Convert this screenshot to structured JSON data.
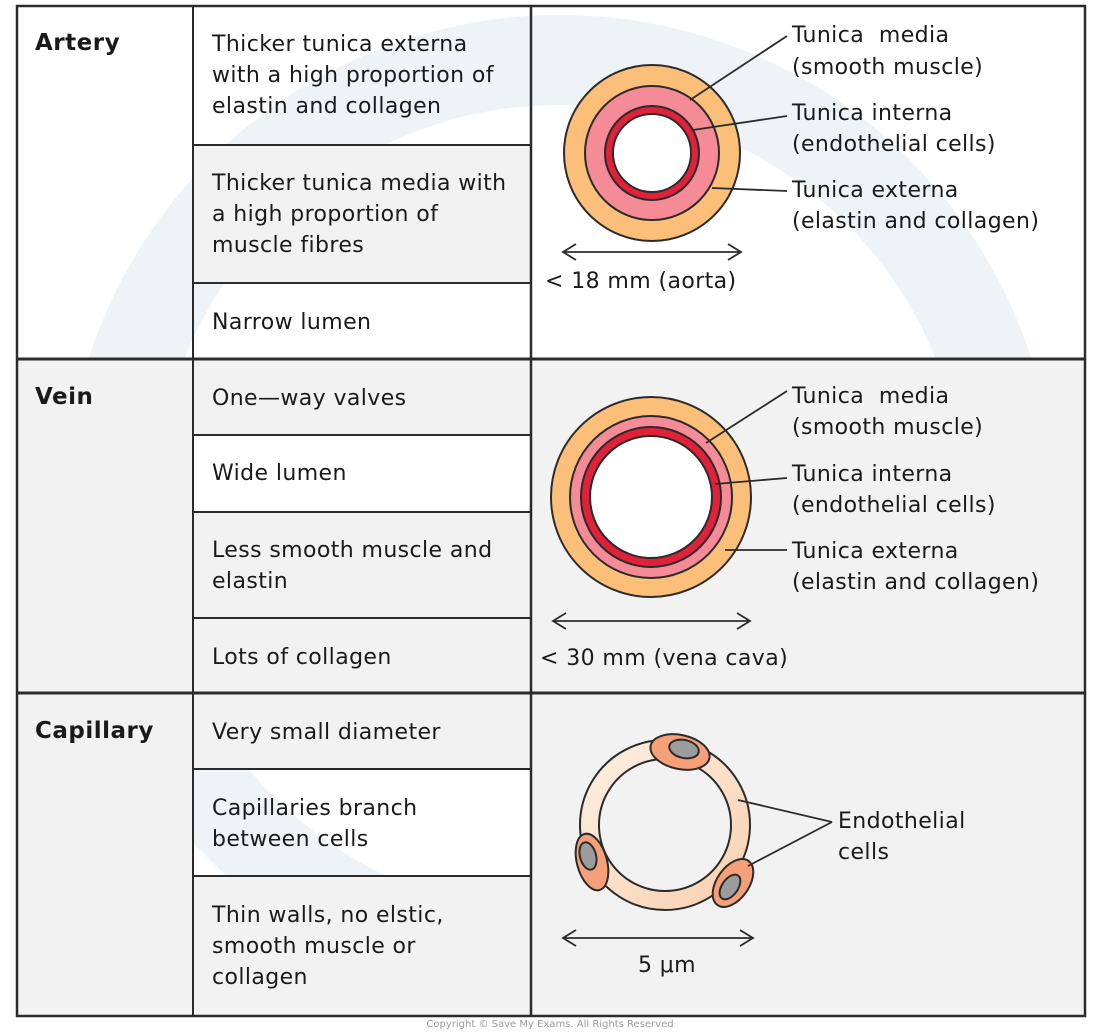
{
  "rows": [
    {
      "label": "Artery",
      "features": [
        "Thicker tunica externa with a high proportion of elastin and collagen",
        "Thicker tunica media with a high proportion of muscle fibres",
        "Narrow lumen"
      ],
      "labels": {
        "media_1": "Tunica  media",
        "media_2": "(smooth muscle)",
        "interna_1": "Tunica interna",
        "interna_2": "(endothelial cells)",
        "externa_1": "Tunica externa",
        "externa_2": "(elastin and collagen)"
      },
      "size": "< 18 mm (aorta)"
    },
    {
      "label": "Vein",
      "features": [
        "One—way valves",
        "Wide lumen",
        "Less smooth muscle and elastin",
        "Lots of collagen"
      ],
      "labels": {
        "media_1": "Tunica  media",
        "media_2": "(smooth muscle)",
        "interna_1": "Tunica interna",
        "interna_2": "(endothelial cells)",
        "externa_1": "Tunica externa",
        "externa_2": "(elastin and collagen)"
      },
      "size": "< 30 mm (vena cava)"
    },
    {
      "label": "Capillary",
      "features": [
        "Very small diameter",
        "Capillaries branch between cells",
        "Thin walls, no elstic, smooth muscle or collagen"
      ],
      "labels": {
        "endo_1": "Endothelial",
        "endo_2": "cells"
      },
      "size": "5 μm"
    }
  ],
  "copyright": "Copyright © Save My Exams. All Rights Reserved",
  "colors": {
    "externa": "#fbbf79",
    "media": "#f58b96",
    "interna": "#e0213a",
    "capillary_wall": "#fbe3cd",
    "capillary_cell": "#f5a078",
    "nucleus": "#9c9c9c",
    "shade": "#f2f2f2",
    "border": "#2b2b2b"
  }
}
